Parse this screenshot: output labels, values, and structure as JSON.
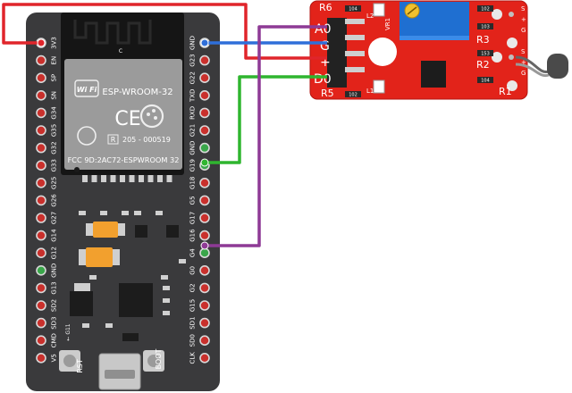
{
  "board": {
    "left_pins": [
      "3V3",
      "EN",
      "SP",
      "SN",
      "G34",
      "G35",
      "G32",
      "G33",
      "G25",
      "G26",
      "G27",
      "G14",
      "G12",
      "GND",
      "G13",
      "SD2",
      "SD3",
      "CMD",
      "V5"
    ],
    "right_pins": [
      "GND",
      "G23",
      "G22",
      "TXD",
      "RXD",
      "G21",
      "GND",
      "G19",
      "G18",
      "G5",
      "G17",
      "G16",
      "G4",
      "G0",
      "G2",
      "G15",
      "SD1",
      "SD0",
      "CLK"
    ],
    "module_letter": "C",
    "wifi_label": "Wi Fi",
    "module_name": "ESP-WROOM-32",
    "ce_mark": "CE",
    "r_mark": "R",
    "r_number": "205 - 000519",
    "fcc_id": "FCC 9D:2AC72-ESPWROOM 32",
    "rst_label": "RST",
    "boot_label": "BOOT",
    "g11_label": "← G11"
  },
  "sensor": {
    "labels": {
      "r6": "R6",
      "a0": "A0",
      "g": "G",
      "plus": "+",
      "d0": "D0",
      "r5": "R5",
      "vr1": "VR1",
      "r3": "R3",
      "r2": "R2",
      "r1": "R1",
      "l2": "L2",
      "l1": "L1",
      "s_top": "S",
      "plus_top": "+",
      "g_top": "G",
      "s_bot": "S",
      "plus_bot": "+",
      "g_bot": "G"
    },
    "smd_codes": [
      "104",
      "102",
      "103",
      "153",
      "104",
      "102"
    ]
  },
  "wire_colors": {
    "red": "#e0252b",
    "blue": "#2f6fd9",
    "green": "#2fb52f",
    "purple": "#8e3a95"
  }
}
